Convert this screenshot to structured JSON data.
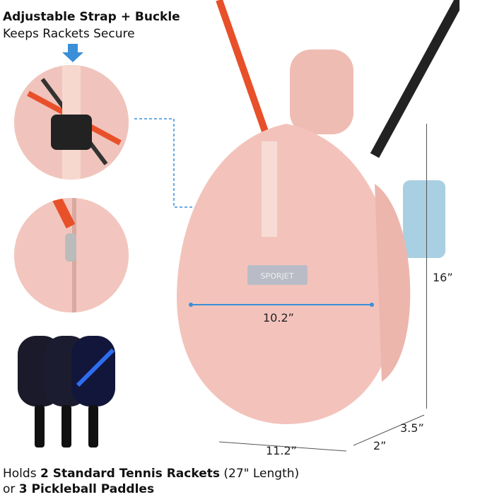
{
  "callout": {
    "title": "Adjustable Strap + Buckle",
    "subtitle": "Keeps Rackets Secure"
  },
  "dimensions": {
    "width": "10.2”",
    "height": "16”",
    "depth_top": "3.5”",
    "depth_bottom": "2”",
    "base": "11.2”"
  },
  "brand_label": "SPORJET",
  "footer": {
    "line1_pre": "Holds ",
    "line1_bold": "2 Standard Tennis Rackets",
    "line1_post": " (27\" Length)",
    "line2_pre": "or ",
    "line2_bold": "3 Pickleball Paddles"
  },
  "colors": {
    "bag": "#f3c3bb",
    "accent_arrow": "#3a8fd8",
    "racket": "#e8502a"
  }
}
